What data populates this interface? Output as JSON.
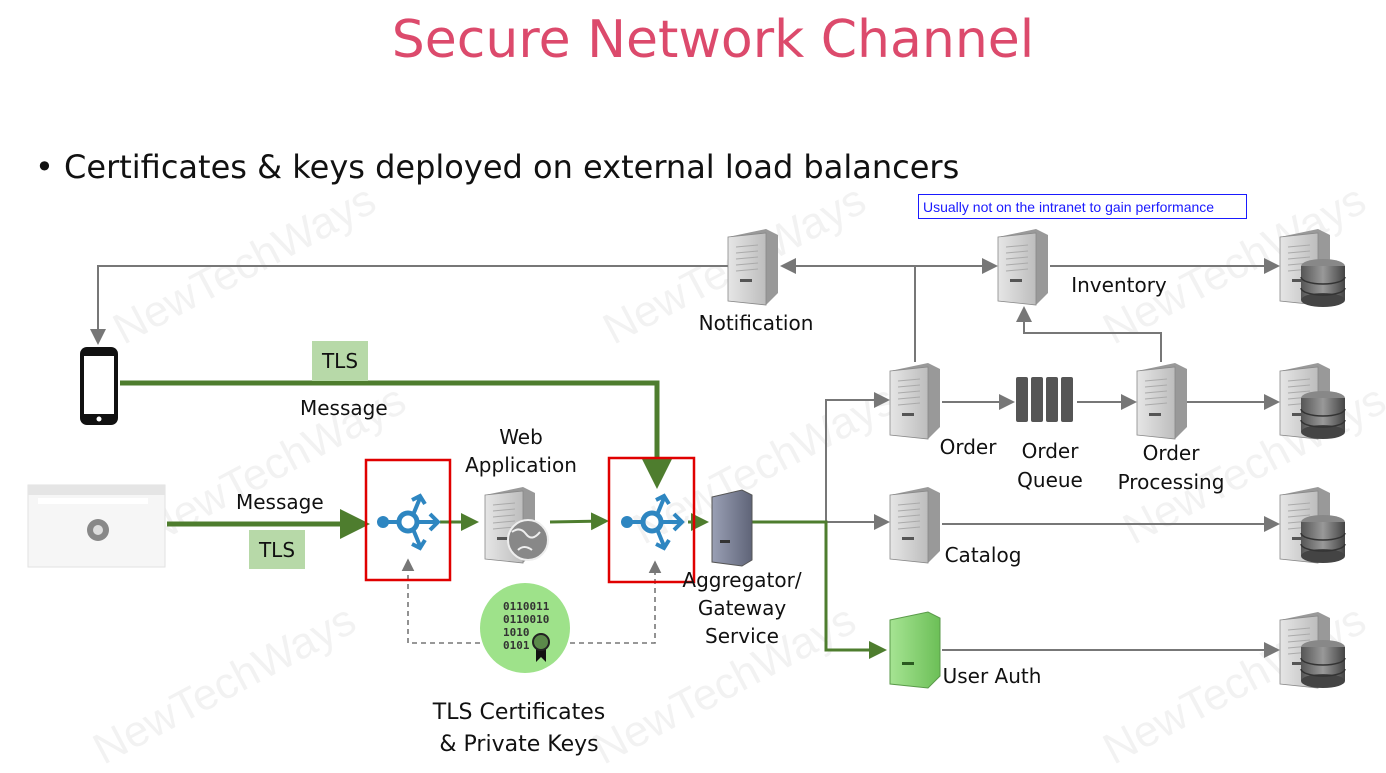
{
  "title": "Secure Network Channel",
  "bullet": "Certificates & keys deployed on external load balancers",
  "note": "Usually not on the intranet to gain performance",
  "watermark": "NewTechWays",
  "labels": {
    "tls_top": "TLS",
    "message_top": "Message",
    "message_bottom": "Message",
    "tls_bottom": "TLS",
    "web_app_1": "Web",
    "web_app_2": "Application",
    "aggregator_1": "Aggregator/",
    "aggregator_2": "Gateway",
    "aggregator_3": "Service",
    "certs_1": "TLS Certificates",
    "certs_2": "& Private Keys",
    "cert_bits": [
      "0110011",
      "0110010",
      "1010",
      "0101"
    ],
    "notification": "Notification",
    "inventory": "Inventory",
    "order": "Order",
    "order_queue_1": "Order",
    "order_queue_2": "Queue",
    "order_processing_1": "Order",
    "order_processing_2": "Processing",
    "catalog": "Catalog",
    "user_auth": "User Auth"
  },
  "colors": {
    "title": "#dc4a6c",
    "secure_flow": "#4e7d2e",
    "tls_badge": "#b7d9a8",
    "load_balancer": "#2e86c1",
    "highlight_box": "#e00000",
    "note_border": "#1a1aff",
    "user_auth_server": "#8fd27a"
  }
}
